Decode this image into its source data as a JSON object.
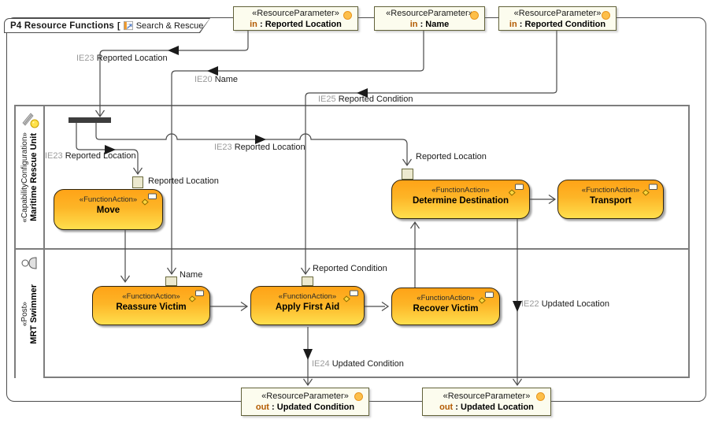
{
  "header": {
    "title": "P4 Resource Functions",
    "bracket_open": "[",
    "context": "Search & Rescue",
    "bracket_close": "]"
  },
  "punct": {
    "colon_sep": " : "
  },
  "lanes": [
    {
      "stereotype": "«CapabilityConfiguration»",
      "name": "Maritime Rescue Unit"
    },
    {
      "stereotype": "«Post»",
      "name": "MRT Swimmer"
    }
  ],
  "parameters": {
    "top": [
      {
        "stereotype": "«ResourceParameter»",
        "direction": "in",
        "name": "Reported Location"
      },
      {
        "stereotype": "«ResourceParameter»",
        "direction": "in",
        "name": "Name"
      },
      {
        "stereotype": "«ResourceParameter»",
        "direction": "in",
        "name": "Reported Condition"
      }
    ],
    "bottom": [
      {
        "stereotype": "«ResourceParameter»",
        "direction": "out",
        "name": "Updated Condition"
      },
      {
        "stereotype": "«ResourceParameter»",
        "direction": "out",
        "name": "Updated Location"
      }
    ]
  },
  "actions": [
    {
      "stereotype": "«FunctionAction»",
      "name": "Move"
    },
    {
      "stereotype": "«FunctionAction»",
      "name": "Determine Destination"
    },
    {
      "stereotype": "«FunctionAction»",
      "name": "Transport"
    },
    {
      "stereotype": "«FunctionAction»",
      "name": "Reassure Victim"
    },
    {
      "stereotype": "«FunctionAction»",
      "name": "Apply First Aid"
    },
    {
      "stereotype": "«FunctionAction»",
      "name": "Recover Victim"
    }
  ],
  "pins": {
    "move": "Reported Location",
    "determine_destination": "Reported Location",
    "reassure_victim": "Name",
    "apply_first_aid": "Reported Condition"
  },
  "edge_labels": [
    {
      "prefix": "IE23",
      "text": "Reported Location"
    },
    {
      "prefix": "IE20",
      "text": "Name"
    },
    {
      "prefix": "IE25",
      "text": "Reported Condition"
    },
    {
      "prefix": "IE23",
      "text": "Reported Location"
    },
    {
      "prefix": "IE23",
      "text": "Reported Location"
    },
    {
      "prefix": "IE24",
      "text": "Updated Condition"
    },
    {
      "prefix": "IE22",
      "text": "Updated Location"
    }
  ],
  "colors": {
    "action_gradient_top": "#FFA317",
    "action_gradient_bottom": "#FFDF4D",
    "parameter_fill": "#FCFCEE",
    "parameter_border": "#62623A",
    "direction_text": "#B35A00",
    "parameter_circle": "#FDBF49",
    "edge_line": "#4A4A4A",
    "label_prefix_gray": "#9A9A9A",
    "lane_border": "#7D7D7D",
    "fork_fill": "#3D3D3D",
    "pin_fill": "#ECE9CF"
  }
}
